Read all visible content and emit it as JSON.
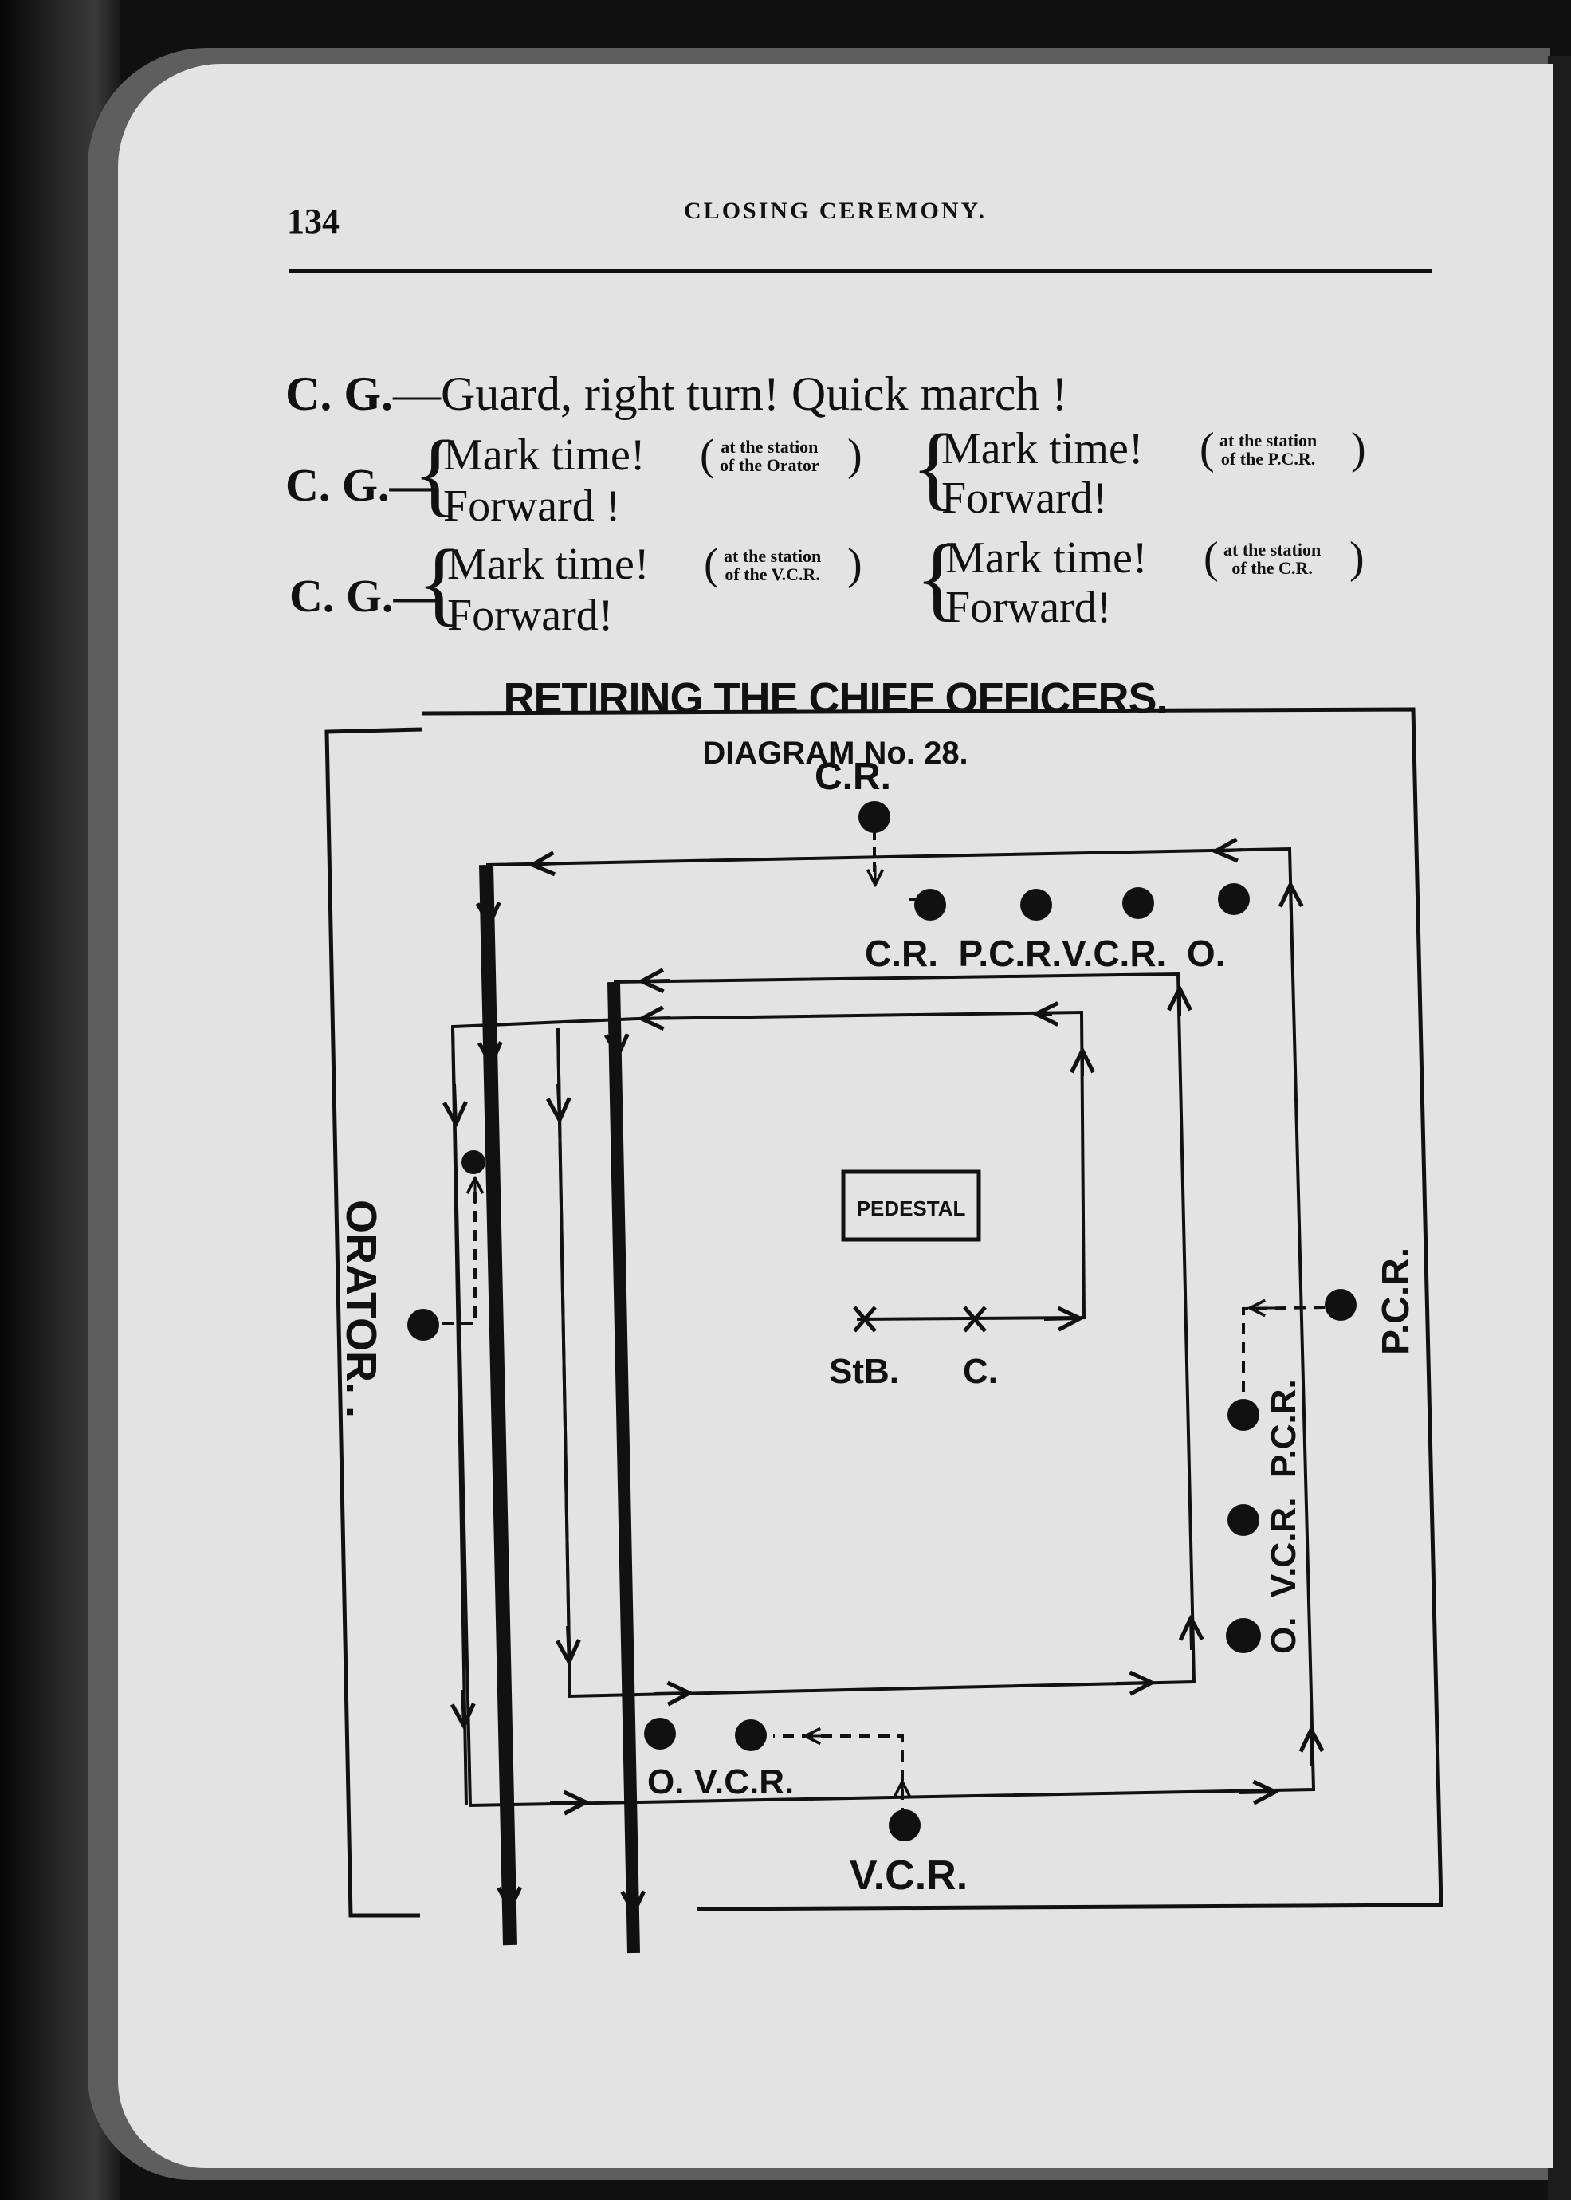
{
  "page": {
    "number": "134",
    "running_head": "CLOSING CEREMONY."
  },
  "commands": {
    "line1": {
      "label": "C. G.",
      "text": "—Guard, right turn!  Quick  march !"
    },
    "group1": {
      "label": "C. G.—",
      "left": {
        "mark_time": "Mark time!",
        "station_line1": "at the station",
        "station_line2": "of the Orator",
        "forward": "Forward !"
      },
      "right": {
        "mark_time": "Mark time!",
        "station_line1": "at the station",
        "station_line2": "of the P.C.R.",
        "forward": "Forward!"
      }
    },
    "group2": {
      "label": "C. G.—",
      "left": {
        "mark_time": "Mark time!",
        "station_line1": "at the station",
        "station_line2": "of the V.C.R.",
        "forward": "Forward!"
      },
      "right": {
        "mark_time": "Mark time!",
        "station_line1": "at the station",
        "station_line2": "of the C.R.",
        "forward": "Forward!"
      }
    }
  },
  "section": {
    "title": "RETIRING THE CHIEF OFFICERS.",
    "diagram_title": "DIAGRAM No. 28."
  },
  "diagram": {
    "labels": {
      "cr_station": "C.R.",
      "top_row": "C.R.  P.C.R.V.C.R.  O.",
      "orator": "ORATOR. .",
      "pcr_station": "P.C.R.",
      "right_column": "O.  V.C.R.  P.C.R.",
      "pedestal": "PEDESTAL",
      "stb": "StB.",
      "c": "C.",
      "bottom_row": "O. V.C.R.",
      "vcr_station": "V.C.R."
    }
  }
}
